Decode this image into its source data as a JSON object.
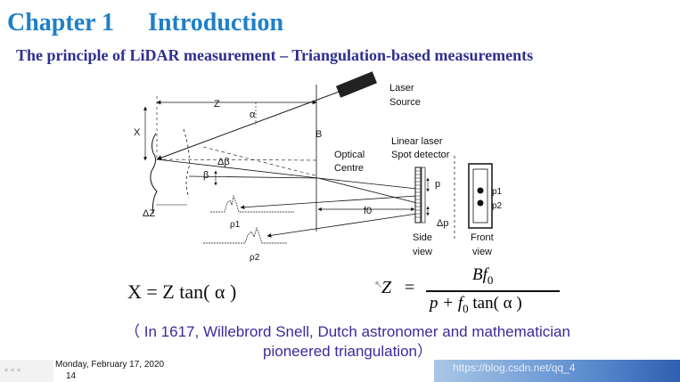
{
  "slide": {
    "chapter": "Chapter 1",
    "chapter_title": "Introduction",
    "subtitle": "The principle of LiDAR measurement  – Triangulation-based measurements"
  },
  "diagram": {
    "labels": {
      "z": "Z",
      "alpha": "α",
      "laser": "Laser",
      "source": "Source",
      "x": "X",
      "b": "B",
      "optical": "Optical",
      "centre": "Centre",
      "linear_laser": "Linear laser",
      "spot_detector": "Spot detector",
      "delta_beta": "Δβ",
      "beta": "β",
      "p": "p",
      "p1": "p1",
      "p2": "p2",
      "delta_z": "ΔZ",
      "f0": "f0",
      "delta_p": "Δp",
      "rho1": "ρ1",
      "rho2": "ρ2",
      "side": "Side",
      "view": "view",
      "front": "Front",
      "front_view": "view"
    }
  },
  "formulas": {
    "left": "X  =  Z  tan(  α  )",
    "right_lhs": "Z",
    "right_eq": "=",
    "right_num": "Bf",
    "right_num_sub": "0",
    "right_den": "p  +  f",
    "right_den_sub": "0",
    "right_den_tail": " tan(  α  )"
  },
  "note": {
    "line1": "（ In 1617, Willebrord Snell, Dutch astronomer and mathematician",
    "line2": "pioneered triangulation）"
  },
  "footer": {
    "date": "Monday, February 17, 2020",
    "page": "14",
    "watermark": "https://blog.csdn.net/qq_4"
  },
  "colors": {
    "title": "#1f7fc9",
    "subtitle": "#2e2f8f",
    "note": "#3b2a9a"
  }
}
